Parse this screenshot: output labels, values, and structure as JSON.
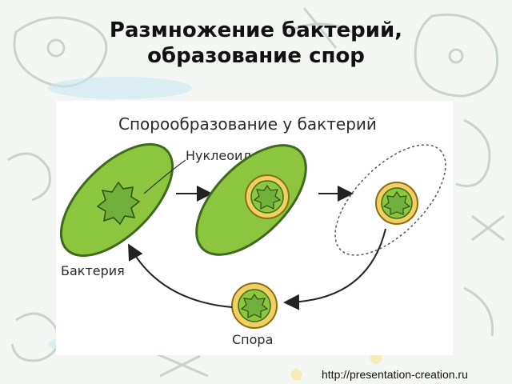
{
  "slide": {
    "title_line1": "Размножение бактерий,",
    "title_line2": "образование спор"
  },
  "diagram": {
    "heading": "Спорообразование у бактерий",
    "labels": {
      "nucleoid": "Нуклеоид",
      "bacterium": "Бактерия",
      "spore": "Спора"
    }
  },
  "footer": {
    "url": "http://presentation-creation.ru"
  },
  "colors": {
    "cell_fill": "#8cc63f",
    "cell_stroke": "#3f6a1d",
    "spore_ring": "#f0d060",
    "nucleoid_fill": "#6fb03a"
  }
}
